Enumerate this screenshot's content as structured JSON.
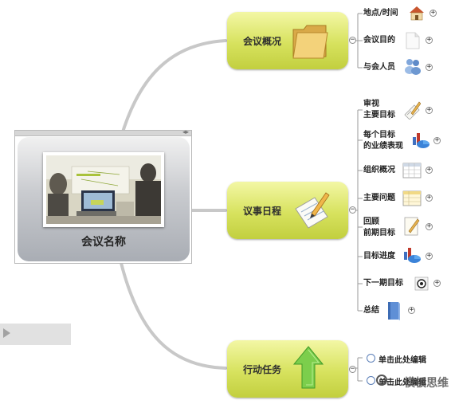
{
  "central": {
    "label": "会议名称"
  },
  "topics": [
    {
      "label": "会议概况",
      "collapse_symbol": "−",
      "subtopics": [
        {
          "label": "地点/时间",
          "icon": "house-icon"
        },
        {
          "label": "会议目的",
          "icon": "blank-document-icon"
        },
        {
          "label": "与会人员",
          "icon": "people-icon"
        }
      ]
    },
    {
      "label": "议事日程",
      "collapse_symbol": "−",
      "subtopics": [
        {
          "label_line1": "审视",
          "label_line2": "主要目标",
          "icon": "pencil-chart-icon"
        },
        {
          "label_line1": "每个目标",
          "label_line2": "的业绩表现",
          "icon": "bar-pie-chart-icon"
        },
        {
          "label": "组织概况",
          "icon": "table-icon"
        },
        {
          "label": "主要问题",
          "icon": "yellow-table-icon"
        },
        {
          "label_line1": "回顾",
          "label_line2": "前期目标",
          "icon": "note-pencil-icon"
        },
        {
          "label": "目标进度",
          "icon": "bar-pie-chart-icon"
        },
        {
          "label": "下一期目标",
          "icon": "target-icon"
        },
        {
          "label": "总结",
          "icon": "blue-book-icon"
        }
      ]
    },
    {
      "label": "行动任务",
      "collapse_symbol": "−",
      "subtopics": [
        {
          "label": "单击此处编辑",
          "icon": "radio-circle-icon"
        },
        {
          "label": "单击此处编辑",
          "icon": "radio-circle-icon"
        }
      ]
    }
  ],
  "expand_symbol": "+",
  "watermark": "模板思维",
  "colors": {
    "topic_fill": "#d7e25e",
    "central_fill": "#b9bcc2",
    "connector": "#c8c8c8"
  }
}
